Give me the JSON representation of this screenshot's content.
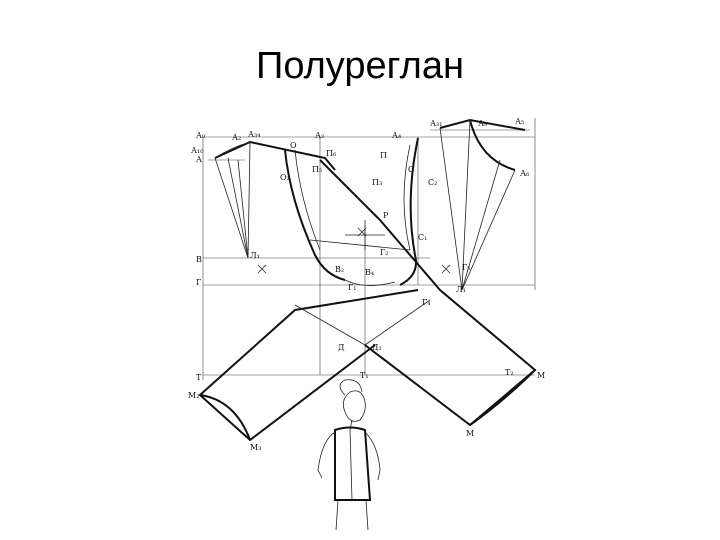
{
  "title": "Полуреглан",
  "labels": [
    {
      "id": "A0",
      "text": "А₀"
    },
    {
      "id": "A10",
      "text": "А₁₀"
    },
    {
      "id": "A",
      "text": "А"
    },
    {
      "id": "A2",
      "text": "А₂"
    },
    {
      "id": "A34",
      "text": "А₃₄"
    },
    {
      "id": "A3",
      "text": "А₃"
    },
    {
      "id": "A4",
      "text": "А₄"
    },
    {
      "id": "A31",
      "text": "А₃₁"
    },
    {
      "id": "A9",
      "text": "А₉"
    },
    {
      "id": "A5",
      "text": "А₅"
    },
    {
      "id": "A6",
      "text": "А₆"
    },
    {
      "id": "O",
      "text": "О"
    },
    {
      "id": "O2",
      "text": "О₂"
    },
    {
      "id": "P6",
      "text": "П₆"
    },
    {
      "id": "P5",
      "text": "П₅"
    },
    {
      "id": "P",
      "text": "П"
    },
    {
      "id": "P3",
      "text": "П₃"
    },
    {
      "id": "C2",
      "text": "С₂"
    },
    {
      "id": "C",
      "text": "С"
    },
    {
      "id": "C1",
      "text": "С₁"
    },
    {
      "id": "G",
      "text": "Г"
    },
    {
      "id": "G1",
      "text": "Г₁"
    },
    {
      "id": "G2",
      "text": "Г₂"
    },
    {
      "id": "G4",
      "text": "Г₄"
    },
    {
      "id": "B",
      "text": "В"
    },
    {
      "id": "B2",
      "text": "В₂"
    },
    {
      "id": "B4",
      "text": "В₄"
    },
    {
      "id": "D",
      "text": "Д"
    },
    {
      "id": "D1",
      "text": "Д₁"
    },
    {
      "id": "L1",
      "text": "Л₁"
    },
    {
      "id": "L1b",
      "text": "Л₁"
    },
    {
      "id": "T",
      "text": "Т"
    },
    {
      "id": "T1",
      "text": "Т₁"
    },
    {
      "id": "T2",
      "text": "Т₂"
    },
    {
      "id": "M",
      "text": "М"
    },
    {
      "id": "M2",
      "text": "М₂"
    },
    {
      "id": "M3",
      "text": "М₃"
    },
    {
      "id": "Mb",
      "text": "М"
    },
    {
      "id": "R",
      "text": "Р"
    },
    {
      "id": "Ga",
      "text": "Г₅"
    }
  ]
}
